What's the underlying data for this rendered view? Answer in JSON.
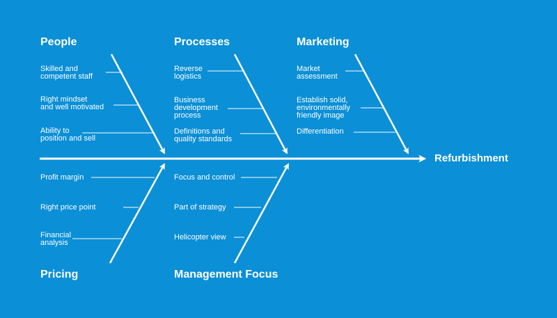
{
  "effect": "Refurbishment",
  "colors": {
    "background": "#0b8fd6",
    "foreground": "#ffffff"
  },
  "categories": [
    {
      "id": "people",
      "label": "People",
      "causes": [
        "Skilled and\ncompetent staff",
        "Right mindset\nand well motivated",
        "Ability to\nposition and sell"
      ]
    },
    {
      "id": "processes",
      "label": "Processes",
      "causes": [
        "Reverse\nlogistics",
        "Business\ndevelopment\nprocess",
        "Definitions and\nquality standards"
      ]
    },
    {
      "id": "marketing",
      "label": "Marketing",
      "causes": [
        "Market\nassessment",
        "Establish solid,\nenvironmentally\nfriendly image",
        "Differentiation"
      ]
    },
    {
      "id": "pricing",
      "label": "Pricing",
      "causes": [
        "Profit margin",
        "Right price point",
        "Financial\nanalysis"
      ]
    },
    {
      "id": "management-focus",
      "label": "Management Focus",
      "causes": [
        "Focus and control",
        "Part of strategy",
        "Helicopter view"
      ]
    }
  ]
}
